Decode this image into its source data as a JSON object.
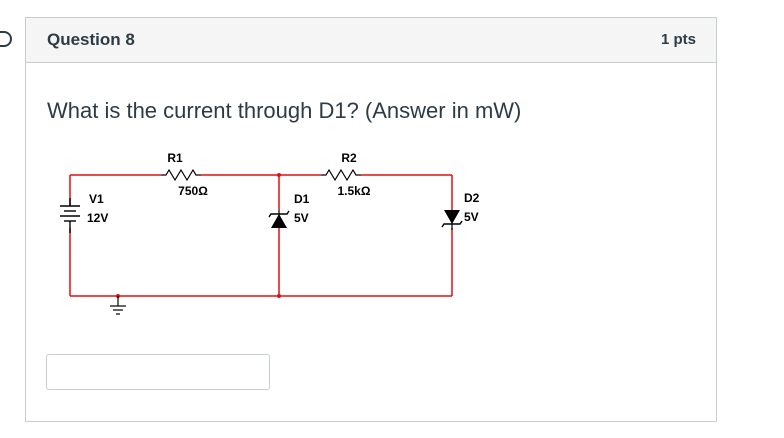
{
  "question": {
    "title": "Question 8",
    "points": "1 pts",
    "text": "What is the current through D1? (Answer in mW)",
    "answer_value": ""
  },
  "circuit": {
    "r1_label": "R1",
    "r1_value": "750Ω",
    "r2_label": "R2",
    "r2_value": "1.5kΩ",
    "v1_label": "V1",
    "v1_value": "12V",
    "d1_label": "D1",
    "d1_value": "5V",
    "d2_label": "D2",
    "d2_value": "5V",
    "wire_color": "#e01010"
  }
}
